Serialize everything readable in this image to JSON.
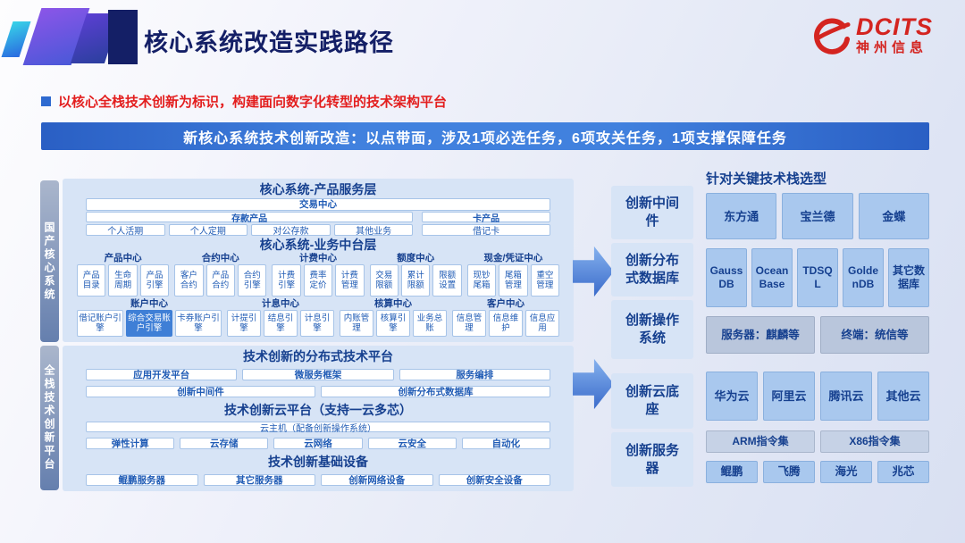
{
  "header": {
    "title": "核心系统改造实践路径",
    "logo": {
      "brand": "DCITS",
      "name": "神州信息"
    }
  },
  "intro": {
    "bullet": "以核心全栈技术创新为标识，构建面向数字化转型的技术架构平台",
    "banner": "新核心系统技术创新改造：以点带面，涉及1项必选任务，6项攻关任务，1项支撑保障任务"
  },
  "side_labels": {
    "top": "国产核心系统",
    "bottom": "全栈技术创新平台"
  },
  "core_panel": {
    "product_layer": {
      "title": "核心系统-产品服务层",
      "trade_center": "交易中心",
      "deposit_group": "存款产品",
      "card_group": "卡产品",
      "deposit_items": [
        "个人活期",
        "个人定期",
        "对公存款",
        "其他业务"
      ],
      "card_items": [
        "借记卡"
      ]
    },
    "business_layer": {
      "title": "核心系统-业务中台层",
      "row1": [
        {
          "name": "产品中心",
          "items": [
            "产品目录",
            "生命周期",
            "产品引擎"
          ]
        },
        {
          "name": "合约中心",
          "items": [
            "客户合约",
            "产品合约",
            "合约引擎"
          ]
        },
        {
          "name": "计费中心",
          "items": [
            "计费引擎",
            "费率定价",
            "计费管理"
          ]
        },
        {
          "name": "额度中心",
          "items": [
            "交易限额",
            "累计限额",
            "限额设置"
          ]
        },
        {
          "name": "现金/凭证中心",
          "items": [
            "现钞尾箱",
            "尾箱管理",
            "重空管理"
          ]
        }
      ],
      "row2": [
        {
          "name": "账户中心",
          "items": [
            "借记账户引擎",
            "综合交易账户引擎",
            "卡券账户引擎"
          ]
        },
        {
          "name": "计息中心",
          "items": [
            "计提引擎",
            "结息引擎",
            "计息引擎"
          ]
        },
        {
          "name": "核算中心",
          "items": [
            "内账管理",
            "核算引擎",
            "业务总账"
          ]
        },
        {
          "name": "客户中心",
          "items": [
            "信息管理",
            "信息维护",
            "信息应用"
          ]
        }
      ]
    }
  },
  "tech_panel": {
    "distributed": {
      "title": "技术创新的分布式技术平台",
      "row1": [
        "应用开发平台",
        "微服务框架",
        "服务编排"
      ],
      "row2": [
        "创新中间件",
        "创新分布式数据库"
      ]
    },
    "cloud": {
      "title": "技术创新云平台（支持一云多芯）",
      "host_bar": "云主机（配备创新操作系统）",
      "row": [
        "弹性计算",
        "云存储",
        "云网络",
        "云安全",
        "自动化"
      ]
    },
    "base": {
      "title": "技术创新基础设备",
      "row": [
        "鲲鹏服务器",
        "其它服务器",
        "创新网络设备",
        "创新安全设备"
      ]
    }
  },
  "middle_column": [
    "创新中间件",
    "创新分布式数据库",
    "创新操作系统",
    "创新云底座",
    "创新服务器"
  ],
  "tech_stack": {
    "title": "针对关键技术栈选型",
    "middleware": [
      "东方通",
      "宝兰德",
      "金蝶"
    ],
    "databases": [
      "GaussDB",
      "OceanBase",
      "TDSQL",
      "GoldenDB",
      "其它数据库"
    ],
    "os": [
      "服务器：麒麟等",
      "终端：统信等"
    ],
    "clouds": [
      "华为云",
      "阿里云",
      "腾讯云",
      "其他云"
    ],
    "instruction_sets": [
      "ARM指令集",
      "X86指令集"
    ],
    "chips": [
      "鲲鹏",
      "飞腾",
      "海光",
      "兆芯"
    ]
  },
  "colors": {
    "accent_blue": "#2e6ad0",
    "title_navy": "#141f66",
    "text_blue": "#1f5bb5",
    "brand_red": "#d42420",
    "panel_bg": "#d7e4f6",
    "box_light_blue": "#a9c8ee",
    "highlight_blue": "#3f7fd6"
  }
}
